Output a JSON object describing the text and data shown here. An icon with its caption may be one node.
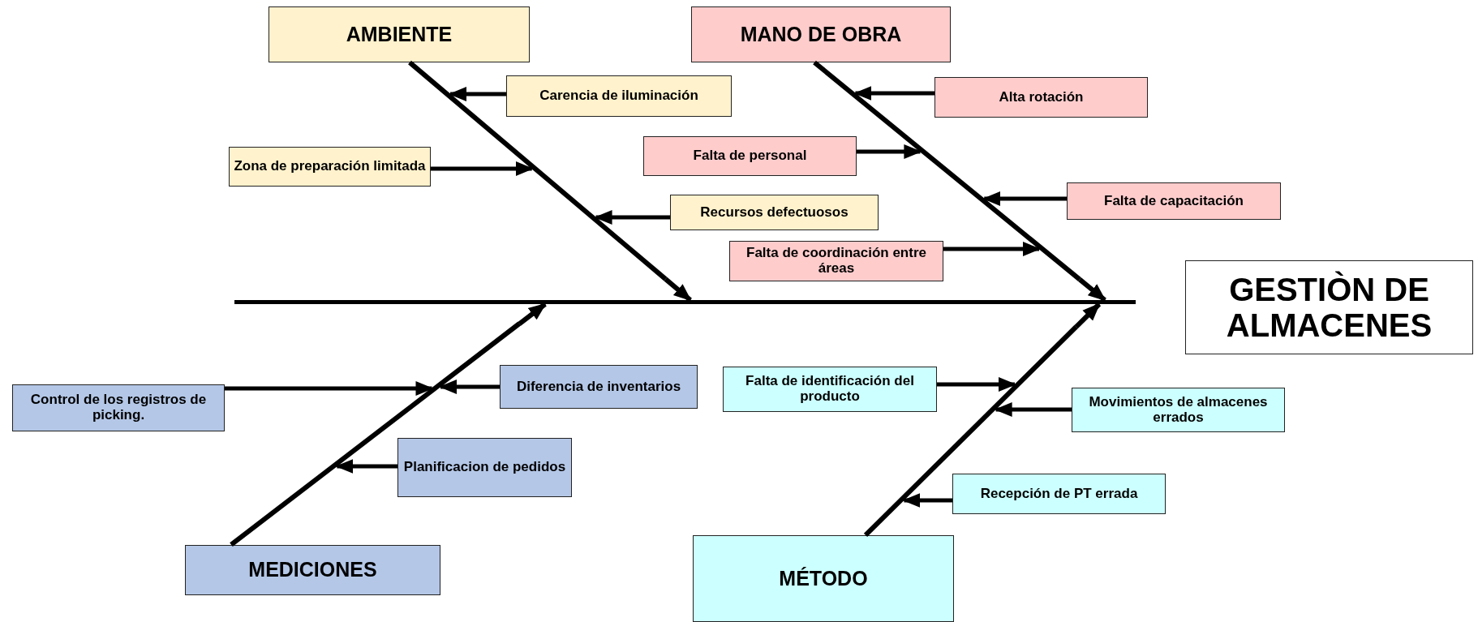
{
  "diagram": {
    "nodes": [
      {
        "text": [
          "AMBIENTE"
        ]
      },
      {
        "text": [
          "MANO DE OBRA"
        ]
      },
      {
        "text": [
          "MEDICIONES"
        ]
      },
      {
        "text": [
          "MÉTODO"
        ]
      },
      {
        "text": [
          "GESTIÒN DE ALMACENES"
        ]
      },
      {
        "text": [
          "Carencia de iluminación"
        ]
      },
      {
        "text": [
          "Zona de preparación limitada"
        ]
      },
      {
        "text": [
          "Recursos defectuosos"
        ]
      },
      {
        "text": [
          "Alta rotación"
        ]
      },
      {
        "text": [
          "Falta de personal"
        ]
      },
      {
        "text": [
          "Falta de capacitación"
        ]
      },
      {
        "text": [
          "Falta de coordinación entre áreas"
        ]
      },
      {
        "text": [
          "Control de los registros de picking."
        ]
      },
      {
        "text": [
          "Diferencia de inventarios"
        ]
      },
      {
        "text": [
          "Planificacion de pedidos"
        ]
      },
      {
        "text": [
          "Falta de identificación del producto"
        ]
      },
      {
        "text": [
          "Movimientos de almacenes errados"
        ]
      },
      {
        "text": [
          "Recepción de PT errada"
        ]
      },
      {
        "text": [],
        "shape": "bar"
      },
      {
        "text": [],
        "shape": "bar"
      },
      {
        "text": [],
        "shape": "bar"
      },
      {
        "text": [],
        "shape": "bar"
      },
      {
        "text": [],
        "shape": "bar"
      }
    ],
    "edges": [
      {
        "from": 19,
        "to": 18,
        "arrow": "to"
      },
      {
        "from": 20,
        "to": 18,
        "arrow": "to"
      },
      {
        "from": 21,
        "to": 18,
        "arrow": "to"
      },
      {
        "from": 22,
        "to": 18,
        "arrow": "to"
      },
      {
        "from": 5,
        "to": 19,
        "arrow": "to"
      },
      {
        "from": 6,
        "to": 19,
        "arrow": "to"
      },
      {
        "from": 7,
        "to": 19,
        "arrow": "to"
      },
      {
        "from": 8,
        "to": 20,
        "arrow": "to"
      },
      {
        "from": 9,
        "to": 20,
        "arrow": "to"
      },
      {
        "from": 10,
        "to": 20,
        "arrow": "to"
      },
      {
        "from": 11,
        "to": 20,
        "arrow": "to"
      },
      {
        "from": 12,
        "to": 21,
        "arrow": "to"
      },
      {
        "from": 13,
        "to": 21,
        "arrow": "to"
      },
      {
        "from": 14,
        "to": 21,
        "arrow": "to"
      },
      {
        "from": 15,
        "to": 22,
        "arrow": "to"
      },
      {
        "from": 16,
        "to": 22,
        "arrow": "to"
      },
      {
        "from": 17,
        "to": 22,
        "arrow": "to"
      }
    ]
  }
}
